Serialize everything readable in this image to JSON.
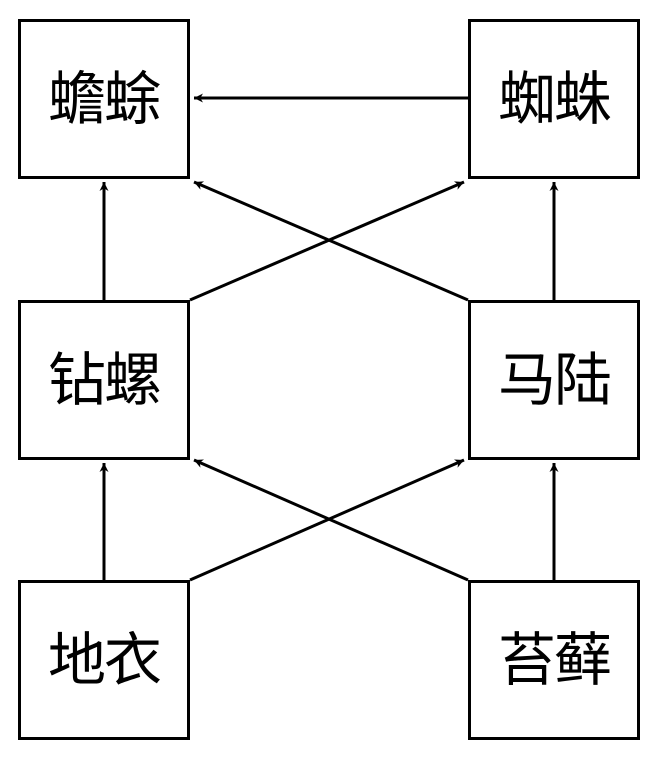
{
  "diagram": {
    "nodes": {
      "toad": {
        "label": "蟾蜍"
      },
      "spider": {
        "label": "蜘蛛"
      },
      "snail": {
        "label": "钻螺"
      },
      "millipede": {
        "label": "马陆"
      },
      "lichen": {
        "label": "地衣"
      },
      "moss": {
        "label": "苔藓"
      }
    },
    "edges": [
      {
        "from": "spider",
        "to": "toad"
      },
      {
        "from": "snail",
        "to": "toad"
      },
      {
        "from": "millipede",
        "to": "toad"
      },
      {
        "from": "snail",
        "to": "spider"
      },
      {
        "from": "millipede",
        "to": "spider"
      },
      {
        "from": "lichen",
        "to": "snail"
      },
      {
        "from": "moss",
        "to": "snail"
      },
      {
        "from": "lichen",
        "to": "millipede"
      },
      {
        "from": "moss",
        "to": "millipede"
      }
    ]
  }
}
